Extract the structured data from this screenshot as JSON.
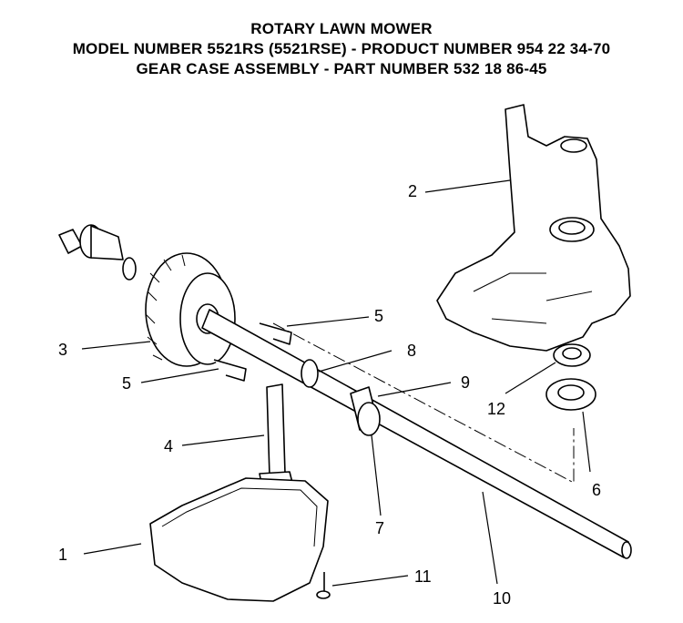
{
  "header": {
    "line1": "ROTARY LAWN MOWER",
    "line2": "MODEL NUMBER 5521RS (5521RSE) - PRODUCT NUMBER 954 22 34-70",
    "line3": "GEAR CASE ASSEMBLY - PART NUMBER 532 18 86-45"
  },
  "callouts": [
    "1",
    "2",
    "3",
    "4",
    "5",
    "5",
    "6",
    "7",
    "8",
    "9",
    "10",
    "11",
    "12"
  ]
}
